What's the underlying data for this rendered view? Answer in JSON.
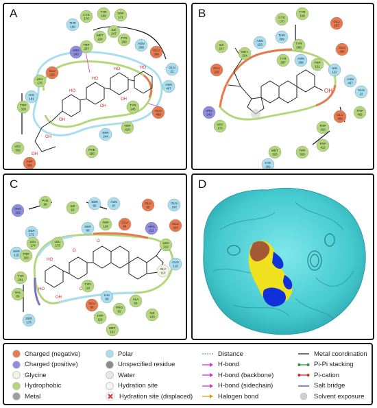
{
  "panels": [
    {
      "letter": "A",
      "residues": [
        {
          "name": "CYS",
          "num": "170",
          "t": "hyd"
        },
        {
          "name": "TYR",
          "num": "169",
          "t": "hyd"
        },
        {
          "name": "TRP",
          "num": "171",
          "t": "hyd"
        },
        {
          "name": "THR",
          "num": "168",
          "t": "pol"
        },
        {
          "name": "ILE",
          "num": "247",
          "t": "hyd"
        },
        {
          "name": "MET",
          "num": "224",
          "t": "hyd"
        },
        {
          "name": "TYR",
          "num": "299",
          "t": "hyd"
        },
        {
          "name": "ASN",
          "num": "298",
          "t": "pol"
        },
        {
          "name": "ARG",
          "num": "243",
          "t": "pos"
        },
        {
          "name": "GLU",
          "num": "296",
          "t": "neg"
        },
        {
          "name": "TRP",
          "num": "297",
          "t": "hyd"
        },
        {
          "name": "GLN",
          "num": "22",
          "t": "pol"
        },
        {
          "name": "GLU",
          "num": "225",
          "t": "neg"
        },
        {
          "name": "ASN",
          "num": "407",
          "t": "pol"
        },
        {
          "name": "LEU",
          "num": "176",
          "t": "hyd"
        },
        {
          "name": "HIS",
          "num": "181",
          "t": "pol"
        },
        {
          "name": "TRP",
          "num": "328",
          "t": "hyd"
        },
        {
          "name": "GLU",
          "num": "409",
          "t": "neg"
        },
        {
          "name": "TYR",
          "num": "245",
          "t": "hyd"
        },
        {
          "name": "TRP",
          "num": "410",
          "t": "hyd"
        },
        {
          "name": "SER",
          "num": "244",
          "t": "pol"
        },
        {
          "name": "LEU",
          "num": "332",
          "t": "hyd"
        },
        {
          "name": "ASP",
          "num": "389",
          "t": "neg"
        },
        {
          "name": "PHE",
          "num": "150",
          "t": "hyd"
        }
      ]
    },
    {
      "letter": "B",
      "residues": [
        {
          "name": "CYS",
          "num": "170",
          "t": "hyd"
        },
        {
          "name": "TYR",
          "num": "169",
          "t": "hyd"
        },
        {
          "name": "GLU",
          "num": "167",
          "t": "neg"
        },
        {
          "name": "THR",
          "num": "299",
          "t": "pol"
        },
        {
          "name": "ASN",
          "num": "223",
          "t": "pol"
        },
        {
          "name": "TYR",
          "num": "298",
          "t": "hyd"
        },
        {
          "name": "ILE",
          "num": "247",
          "t": "hyd"
        },
        {
          "name": "MET",
          "num": "224",
          "t": "hyd"
        },
        {
          "name": "TYR",
          "num": "297",
          "t": "hyd"
        },
        {
          "name": "ASN",
          "num": "296",
          "t": "pol"
        },
        {
          "name": "GLU",
          "num": "225",
          "t": "neg"
        },
        {
          "name": "GLU",
          "num": "296",
          "t": "neg"
        },
        {
          "name": "TRP",
          "num": "121",
          "t": "hyd"
        },
        {
          "name": "HIS",
          "num": "122",
          "t": "pol"
        },
        {
          "name": "ASN",
          "num": "407",
          "t": "pol"
        },
        {
          "name": "GLN",
          "num": "22",
          "t": "pol"
        },
        {
          "name": "ARG",
          "num": "243",
          "t": "pos"
        },
        {
          "name": "GLU",
          "num": "409",
          "t": "neg"
        },
        {
          "name": "TRP",
          "num": "402",
          "t": "hyd"
        },
        {
          "name": "LEU",
          "num": "176",
          "t": "hyd"
        },
        {
          "name": "TRP",
          "num": "410",
          "t": "hyd"
        },
        {
          "name": "TRP",
          "num": "412",
          "t": "hyd"
        },
        {
          "name": "TRP",
          "num": "328",
          "t": "hyd"
        },
        {
          "name": "MET",
          "num": "326",
          "t": "hyd"
        },
        {
          "name": "HIS",
          "num": "181",
          "t": "pol"
        }
      ],
      "oh_label": "OH"
    },
    {
      "letter": "C",
      "residues": [
        {
          "name": "ARG",
          "num": "202",
          "t": "pos"
        },
        {
          "name": "PHE",
          "num": "98",
          "t": "hyd"
        },
        {
          "name": "ILE",
          "num": "93",
          "t": "hyd"
        },
        {
          "name": "SER",
          "num": "95",
          "t": "pol"
        },
        {
          "name": "ASN",
          "num": "97",
          "t": "pol"
        },
        {
          "name": "GLU",
          "num": "99",
          "t": "neg"
        },
        {
          "name": "GLN",
          "num": "100",
          "t": "pol"
        },
        {
          "name": "GLU",
          "num": "103",
          "t": "neg"
        },
        {
          "name": "SER",
          "num": "172",
          "t": "pol"
        },
        {
          "name": "LEU",
          "num": "174",
          "t": "hyd"
        },
        {
          "name": "LEU",
          "num": "175",
          "t": "hyd"
        },
        {
          "name": "SER",
          "num": "96",
          "t": "pol"
        },
        {
          "name": "TRP",
          "num": "114",
          "t": "hyd"
        },
        {
          "name": "GLU",
          "num": "94",
          "t": "neg"
        },
        {
          "name": "ARG",
          "num": "211",
          "t": "pos"
        },
        {
          "name": "LEU",
          "num": "212",
          "t": "hyd"
        },
        {
          "name": "SER",
          "num": "115",
          "t": "pol"
        },
        {
          "name": "TRP",
          "num": "100",
          "t": "hyd"
        },
        {
          "name": "TYR",
          "num": "201",
          "t": "hyd"
        },
        {
          "name": "VAL",
          "num": "89",
          "t": "hyd"
        },
        {
          "name": "GLN",
          "num": "110",
          "t": "pol"
        },
        {
          "name": "GLY",
          "num": "113",
          "t": "gly"
        },
        {
          "name": "TYR",
          "num": "118",
          "t": "hyd"
        },
        {
          "name": "HIS",
          "num": "90",
          "t": "pol"
        },
        {
          "name": "ALA",
          "num": "93",
          "t": "hyd"
        },
        {
          "name": "PRO",
          "num": "92",
          "t": "hyd"
        },
        {
          "name": "TRP",
          "num": "119",
          "t": "hyd"
        },
        {
          "name": "ILE",
          "num": "120",
          "t": "hyd"
        },
        {
          "name": "SER",
          "num": "176",
          "t": "pol"
        },
        {
          "name": "GLU",
          "num": "90",
          "t": "neg"
        },
        {
          "name": "MET",
          "num": "101",
          "t": "hyd"
        }
      ]
    },
    {
      "letter": "D"
    }
  ],
  "legend": {
    "col1": [
      {
        "label": "Charged (negative)",
        "color": "#e8794f"
      },
      {
        "label": "Charged (positive)",
        "color": "#8f8de0"
      },
      {
        "label": "Glycine",
        "color": "#f2f5e6"
      },
      {
        "label": "Hydrophobic",
        "color": "#b3d77a"
      },
      {
        "label": "Metal",
        "color": "#9e9e9e"
      }
    ],
    "col2": [
      {
        "label": "Polar",
        "color": "#a8def0"
      },
      {
        "label": "Unspecified residue",
        "color": "#8a8a8a"
      },
      {
        "label": "Water",
        "color": "#e6e6e6"
      },
      {
        "label": "Hydration site",
        "color": "#f4f4f4"
      },
      {
        "label": "Hydration site (displaced)",
        "color": "#e53030"
      }
    ],
    "col3": [
      {
        "label": "Distance",
        "color": "#44b844"
      },
      {
        "label": "H-bond",
        "color": "#cc33cc"
      },
      {
        "label": "H-bond (backbone)",
        "color": "#cc33cc"
      },
      {
        "label": "H-bond (sidechain)",
        "color": "#cc33cc"
      },
      {
        "label": "Halogen bond",
        "color": "#d99a1a"
      }
    ],
    "col4": [
      {
        "label": "Metal coordination",
        "color": "#222222"
      },
      {
        "label": "Pi-Pi stacking",
        "color": "#1f9a3a"
      },
      {
        "label": "Pi-cation",
        "color": "#d12a2a"
      },
      {
        "label": "Salt bridge",
        "color": "#7a4fb8"
      },
      {
        "label": "Solvent exposure",
        "color": "#cfcfcf"
      }
    ]
  },
  "colors": {
    "neg": "#e8794f",
    "pos": "#8f8de0",
    "gly": "#f2f5e6",
    "hyd": "#b3d77a",
    "pol": "#a8def0",
    "protein": "#5fdde0",
    "ligand_yellow": "#f0e11e",
    "ligand_blue": "#1030d8",
    "ligand_brown": "#9a4a35"
  }
}
